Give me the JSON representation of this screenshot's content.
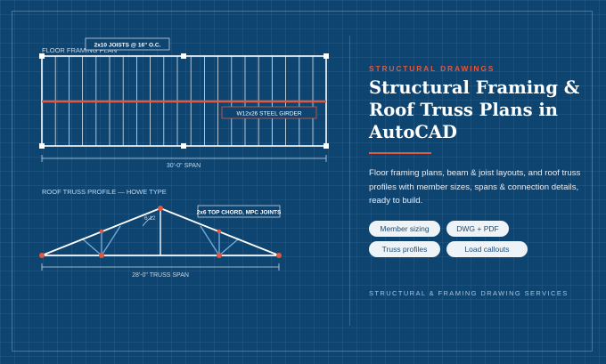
{
  "floor_plan": {
    "heading": "FLOOR FRAMING PLAN",
    "joist_label": "2x10 JOISTS @ 16\" O.C.",
    "girder_label": "W12x26 STEEL GIRDER",
    "span_label": "30'-0\" SPAN"
  },
  "truss": {
    "heading": "ROOF TRUSS PROFILE — HOWE TYPE",
    "chord_label": "2x6 TOP CHORD, MPC JOINTS",
    "pitch_label": "6:12",
    "span_label": "28'-0\" TRUSS SPAN"
  },
  "content": {
    "eyebrow": "STRUCTURAL DRAWINGS",
    "title": "Structural Framing & Roof Truss Plans in AutoCAD",
    "description": "Floor framing plans, beam & joist layouts, and roof truss profiles with member sizes, spans & connection details, ready to build.",
    "tags": [
      "Member sizing",
      "DWG + PDF",
      "Truss profiles",
      "Load callouts"
    ],
    "footer": "STRUCTURAL & FRAMING DRAWING SERVICES"
  },
  "colors": {
    "background": "#0e4470",
    "accent": "#e0583d",
    "line": "#ffffff"
  }
}
